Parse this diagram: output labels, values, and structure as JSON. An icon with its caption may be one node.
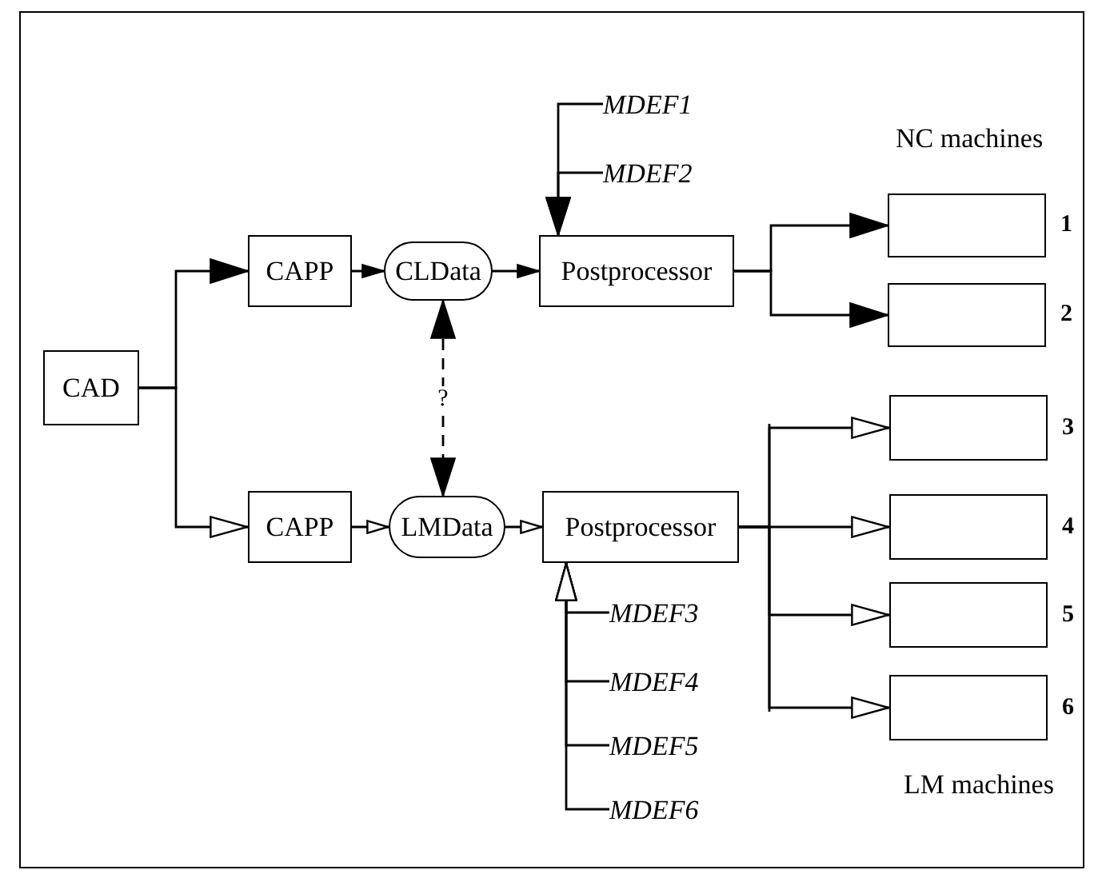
{
  "diagram": {
    "nodes": [
      {
        "text": [
          "CAD"
        ]
      },
      {
        "text": [
          "CAPP"
        ]
      },
      {
        "text": [
          "CLData"
        ]
      },
      {
        "text": [
          "Postprocessor"
        ]
      },
      {
        "text": [
          "MDEF1"
        ]
      },
      {
        "text": [
          "MDEF2"
        ]
      },
      {
        "text": [],
        "shape": "box",
        "beside": [
          "1"
        ]
      },
      {
        "text": [],
        "shape": "box",
        "beside": [
          "2"
        ]
      },
      {
        "text": [
          "CAPP"
        ]
      },
      {
        "text": [
          "LMData"
        ]
      },
      {
        "text": [
          "Postprocessor"
        ]
      },
      {
        "text": [
          "MDEF3"
        ]
      },
      {
        "text": [
          "MDEF4"
        ]
      },
      {
        "text": [
          "MDEF5"
        ]
      },
      {
        "text": [
          "MDEF6"
        ]
      },
      {
        "text": [],
        "shape": "box",
        "beside": [
          "3"
        ]
      },
      {
        "text": [],
        "shape": "box",
        "beside": [
          "4"
        ]
      },
      {
        "text": [],
        "shape": "box",
        "beside": [
          "5"
        ]
      },
      {
        "text": [],
        "shape": "box",
        "beside": [
          "6"
        ]
      }
    ],
    "edges": [
      {
        "from": 0,
        "to": 1,
        "arrow": "to"
      },
      {
        "from": 0,
        "to": 8,
        "arrow": "to"
      },
      {
        "from": 1,
        "to": 2,
        "arrow": "to"
      },
      {
        "from": 2,
        "to": 3,
        "arrow": "to"
      },
      {
        "from": 4,
        "to": 3,
        "arrow": "to"
      },
      {
        "from": 5,
        "to": 3,
        "arrow": "to"
      },
      {
        "from": 3,
        "to": 6,
        "arrow": "to"
      },
      {
        "from": 3,
        "to": 7,
        "arrow": "to"
      },
      {
        "from": 2,
        "to": 9,
        "arrow": "both",
        "label": "?",
        "style": "dashed"
      },
      {
        "from": 8,
        "to": 9,
        "arrow": "to"
      },
      {
        "from": 9,
        "to": 10,
        "arrow": "to"
      },
      {
        "from": 11,
        "to": 10,
        "arrow": "to"
      },
      {
        "from": 12,
        "to": 10,
        "arrow": "to"
      },
      {
        "from": 13,
        "to": 10,
        "arrow": "to"
      },
      {
        "from": 14,
        "to": 10,
        "arrow": "to"
      },
      {
        "from": 10,
        "to": 15,
        "arrow": "to"
      },
      {
        "from": 10,
        "to": 16,
        "arrow": "to"
      },
      {
        "from": 10,
        "to": 17,
        "arrow": "to"
      },
      {
        "from": 10,
        "to": 18,
        "arrow": "to"
      }
    ],
    "labels": [
      "NC machines",
      "LM machines"
    ]
  }
}
